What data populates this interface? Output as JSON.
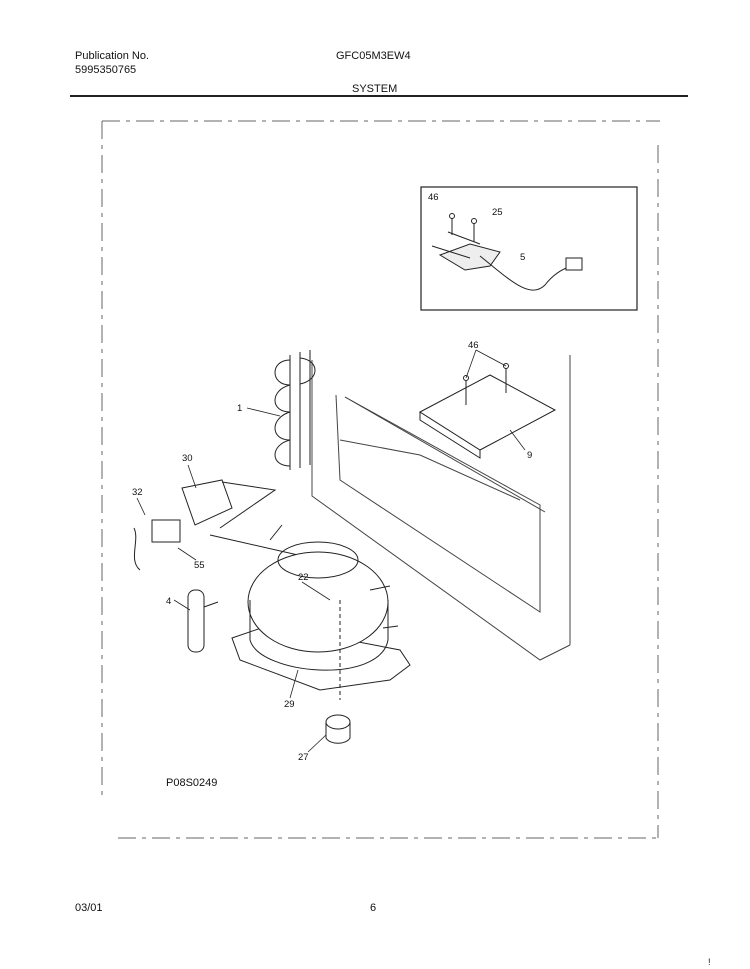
{
  "header": {
    "publication_label": "Publication No.",
    "publication_number": "5995350765",
    "model": "GFC05M3EW4",
    "section": "SYSTEM"
  },
  "diagram": {
    "drawing_code": "P08S0249",
    "callouts": [
      "46",
      "25",
      "5",
      "46",
      "9",
      "1",
      "30",
      "32",
      "55",
      "22",
      "4",
      "29",
      "27"
    ]
  },
  "footer": {
    "date": "03/01",
    "page": "6",
    "corner_mark": "!"
  }
}
